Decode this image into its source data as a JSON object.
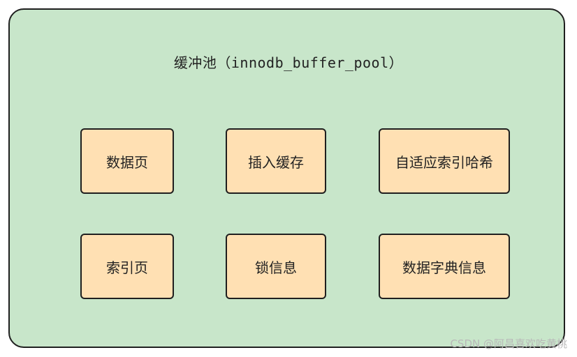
{
  "pool": {
    "title": "缓冲池（innodb_buffer_pool）",
    "fill_color": "#c8e6ca",
    "border_color": "#1f1f1f"
  },
  "components": {
    "fill_color": "#ffe0b3",
    "items": [
      {
        "label": "数据页"
      },
      {
        "label": "插入缓存"
      },
      {
        "label": "自适应索引哈希"
      },
      {
        "label": "索引页"
      },
      {
        "label": "锁信息"
      },
      {
        "label": "数据字典信息"
      }
    ]
  },
  "watermark": "CSDN @阿昌喜欢吃黄桃"
}
